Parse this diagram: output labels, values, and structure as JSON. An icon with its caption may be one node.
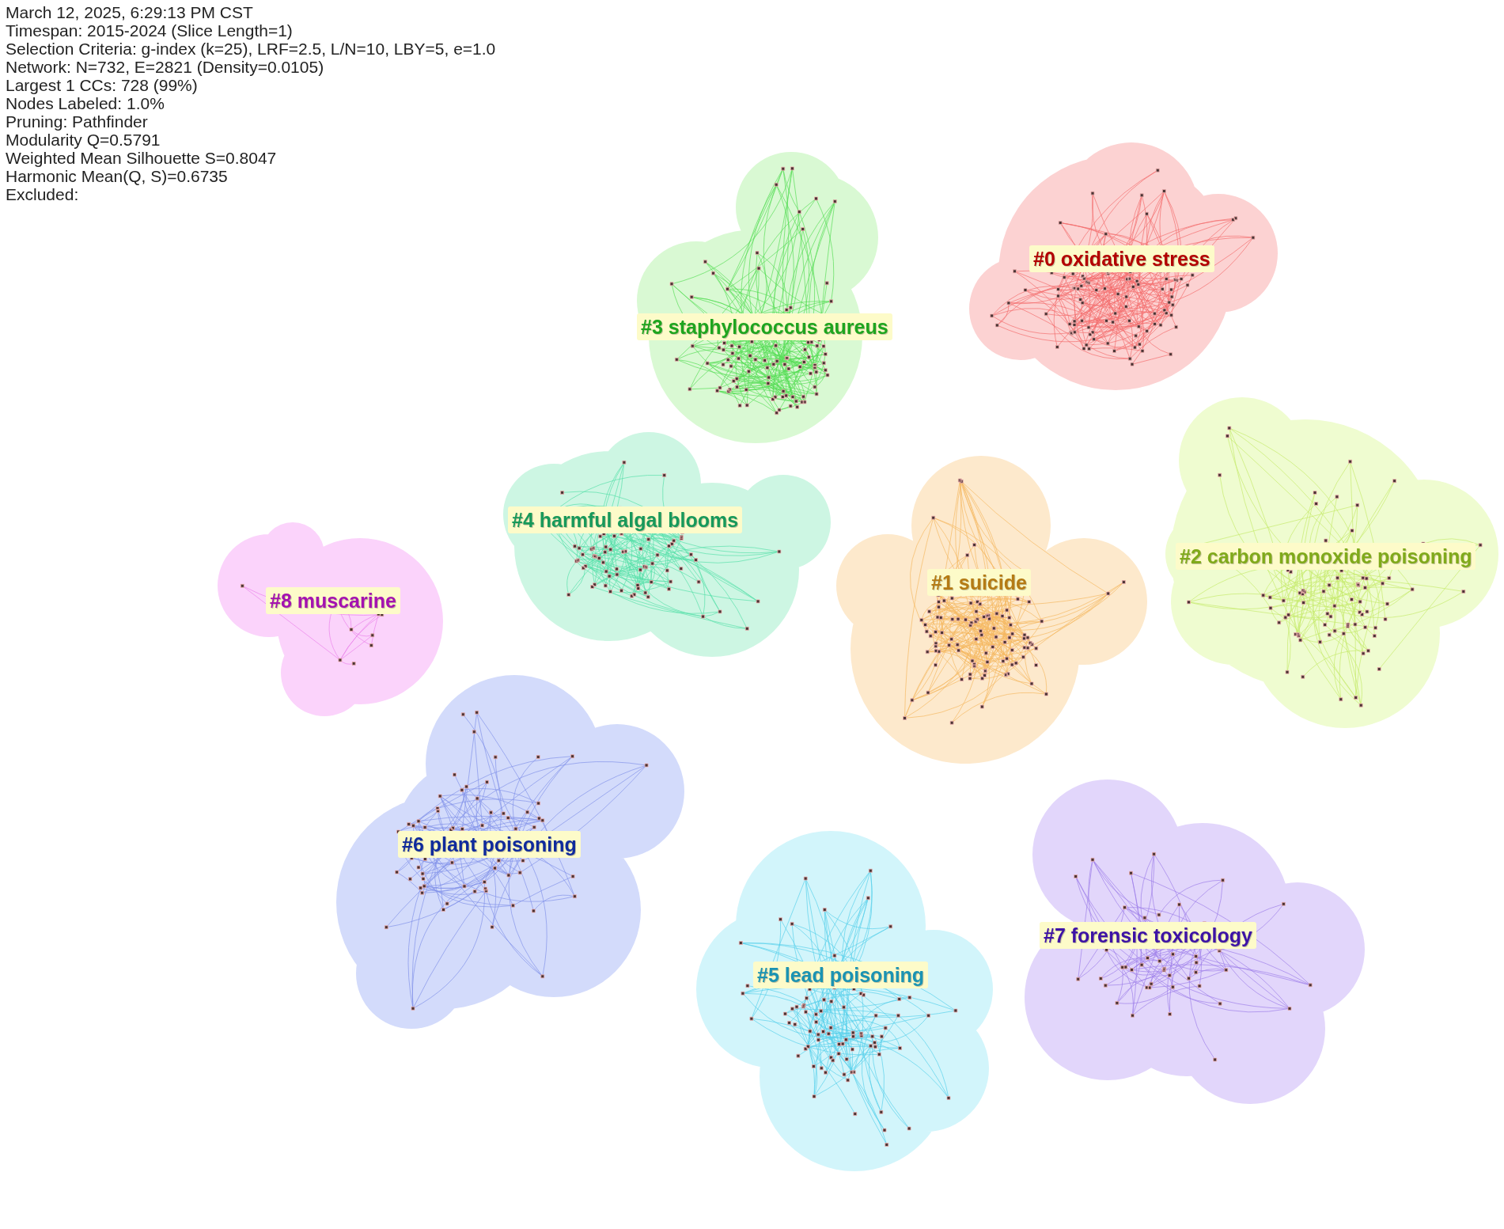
{
  "diagram": {
    "nodes": [
      {
        "text": [
          "#0 oxidative stress"
        ]
      },
      {
        "text": [
          "#1 suicide"
        ]
      },
      {
        "text": [
          "#2 carbon monoxide poisoning"
        ]
      },
      {
        "text": [
          "#3 staphylococcus aureus"
        ]
      },
      {
        "text": [
          "#4 harmful algal blooms"
        ]
      },
      {
        "text": [
          "#5 lead poisoning"
        ]
      },
      {
        "text": [
          "#6 plant poisoning"
        ]
      },
      {
        "text": [
          "#7 forensic toxicology"
        ]
      },
      {
        "text": [
          "#8 muscarine"
        ]
      }
    ],
    "labels": [
      "March 12, 2025, 6:29:13 PM CST",
      "Timespan: 2015-2024 (Slice Length=1)",
      "Selection Criteria: g-index (k=25), LRF=2.5, L/N=10, LBY=5, e=1.0",
      "Network: N=732, E=2821 (Density=0.0105)",
      "Largest 1 CCs: 728 (99%)",
      "Nodes Labeled: 1.0%",
      "Pruning: Pathfinder",
      "Modularity Q=0.5791",
      "Weighted Mean Silhouette S=0.8047",
      "Harmonic Mean(Q, S)=0.6735",
      "Excluded:"
    ]
  }
}
